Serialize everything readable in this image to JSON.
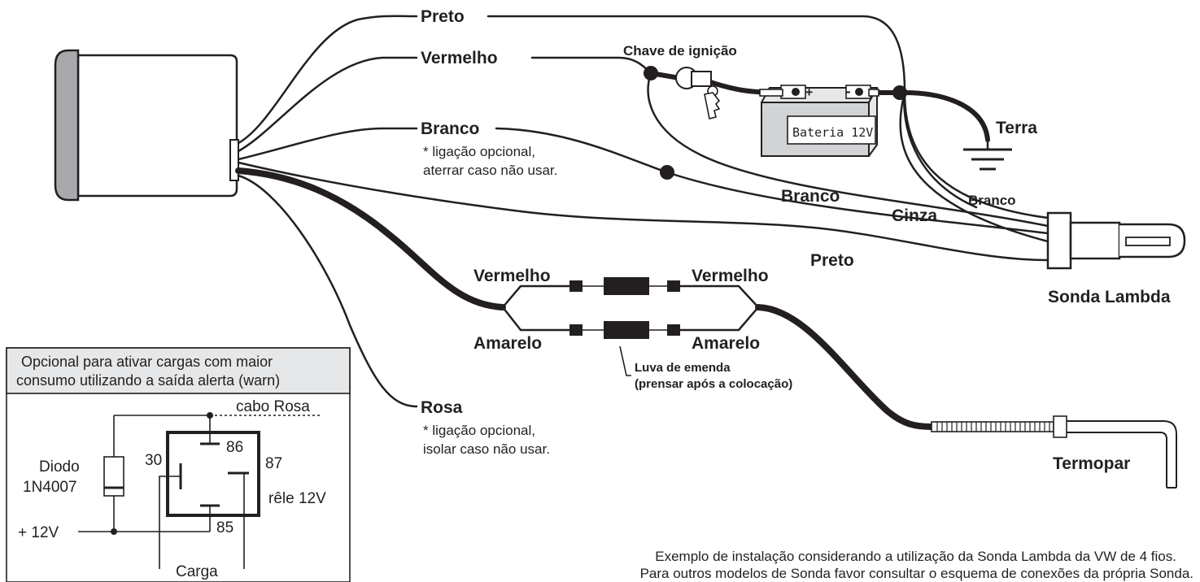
{
  "wires": {
    "preto": "Preto",
    "vermelho": "Vermelho",
    "branco": "Branco",
    "branco_note1": "* ligação opcional,",
    "branco_note2": "aterrar caso não usar.",
    "rosa": "Rosa",
    "rosa_note1": "* ligação opcional,",
    "rosa_note2": "isolar caso não usar."
  },
  "ignition_label": "Chave de ignição",
  "battery": {
    "label": "Bateria 12V",
    "plus": "+",
    "minus": "-"
  },
  "ground_label": "Terra",
  "sensor_wires": {
    "branco_mid": "Branco",
    "branco_right": "Branco",
    "cinza": "Cinza",
    "preto": "Preto"
  },
  "sensor_label": "Sonda Lambda",
  "thermocouple": {
    "vermelho_left": "Vermelho",
    "vermelho_right": "Vermelho",
    "amarelo_left": "Amarelo",
    "amarelo_right": "Amarelo",
    "splice_line1": "Luva de emenda",
    "splice_line2": "(prensar após a colocação)",
    "label": "Termopar"
  },
  "relay_box": {
    "header_line1": "Opcional para ativar cargas com maior",
    "header_line2": "consumo utilizando a saída alerta (warn)",
    "cable_label": "cabo Rosa",
    "diode_line1": "Diodo",
    "diode_line2": "1N4007",
    "pin30": "30",
    "pin86": "86",
    "pin87": "87",
    "pin85": "85",
    "relay_label": "rêle 12V",
    "supply_label": "+ 12V",
    "load_label": "Carga"
  },
  "footer": {
    "line1": "Exemplo de instalação considerando a utilização da Sonda Lambda da VW de 4 fios.",
    "line2": "Para outros modelos de Sonda favor consultar o esquema de conexões da própria Sonda."
  }
}
